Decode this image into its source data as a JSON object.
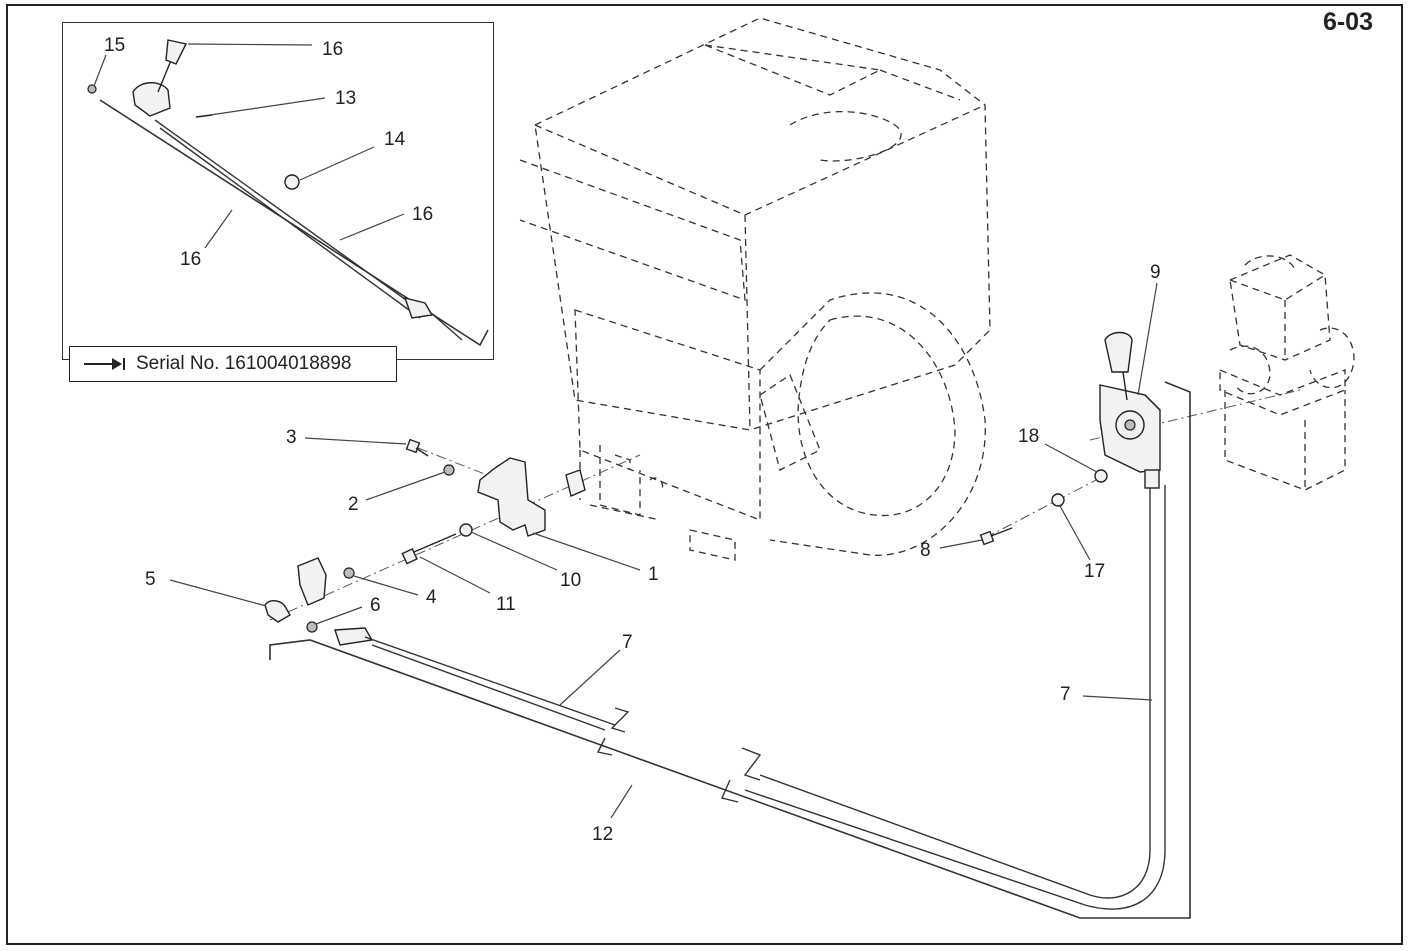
{
  "page": {
    "number": "6-03"
  },
  "inset": {
    "serial_note": "Serial No. 161004018898",
    "callouts": {
      "c15": "15",
      "c16a": "16",
      "c13": "13",
      "c14": "14",
      "c16b": "16",
      "c16c": "16"
    }
  },
  "callouts": {
    "c1": "1",
    "c2": "2",
    "c3": "3",
    "c4": "4",
    "c5": "5",
    "c6": "6",
    "c7a": "7",
    "c7b": "7",
    "c8": "8",
    "c9": "9",
    "c10": "10",
    "c11": "11",
    "c12": "12",
    "c17": "17",
    "c18": "18"
  },
  "icons": {
    "serial_arrow": "arrow-to-bar-icon"
  }
}
